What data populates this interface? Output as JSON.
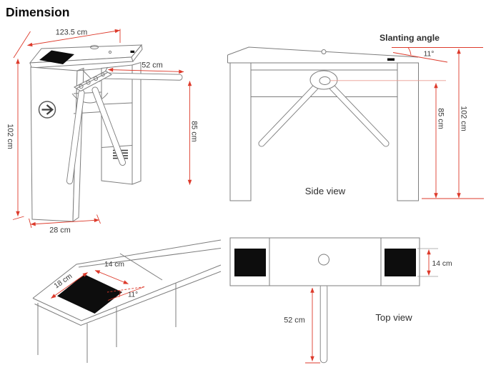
{
  "title": "Dimension",
  "colors": {
    "dimension_red": "#dd3a2b",
    "line_gray": "#7d7d7d",
    "panel_black": "#0d0d0d"
  },
  "front_view": {
    "width_label": "123.5 cm",
    "height_label": "102 cm",
    "depth_label": "28 cm",
    "arm_length_label": "52 cm",
    "arm_height_label": "85 cm"
  },
  "side_view": {
    "caption": "Side view",
    "slanting_angle_label": "Slanting angle",
    "slanting_angle_value": "11°",
    "arm_height_label": "85 cm",
    "height_label": "102 cm"
  },
  "detail_view": {
    "panel_length_label": "18 cm",
    "panel_width_label": "14 cm",
    "angle_value": "11°"
  },
  "top_view": {
    "caption": "Top view",
    "arm_length_label": "52 cm",
    "reader_width_label": "14 cm"
  }
}
